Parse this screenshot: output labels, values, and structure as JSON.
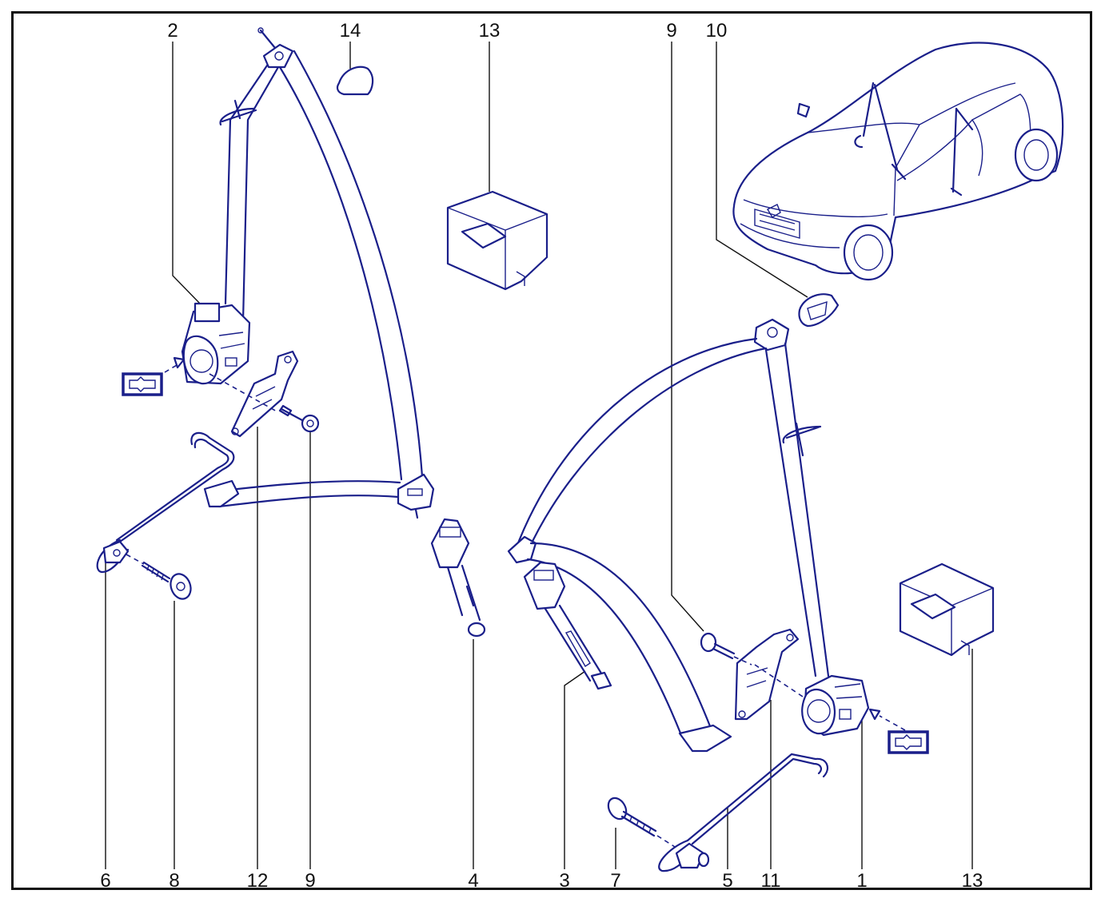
{
  "colors": {
    "line": "#1a1f8a",
    "frame": "#111111",
    "background": "#ffffff"
  },
  "callouts": {
    "top": [
      "2",
      "14",
      "13",
      "9",
      "10"
    ],
    "bottom": [
      "6",
      "8",
      "12",
      "9",
      "4",
      "3",
      "7",
      "5",
      "11",
      "1",
      "13"
    ]
  }
}
